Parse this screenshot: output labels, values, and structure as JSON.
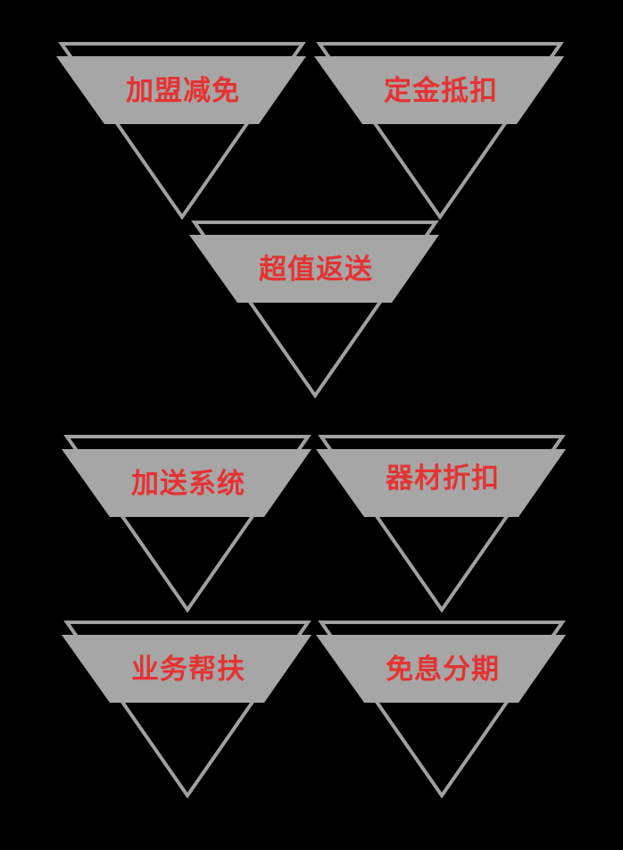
{
  "colors": {
    "background": "#000000",
    "shape": "#a6a6a6",
    "outline": "#a0a0a0",
    "text": "#e63232"
  },
  "items": [
    {
      "label": "加盟减免"
    },
    {
      "label": "定金抵扣"
    },
    {
      "label": "超值返送"
    },
    {
      "label": "加送系统"
    },
    {
      "label": "器材折扣"
    },
    {
      "label": "业务帮扶"
    },
    {
      "label": "免息分期"
    }
  ]
}
